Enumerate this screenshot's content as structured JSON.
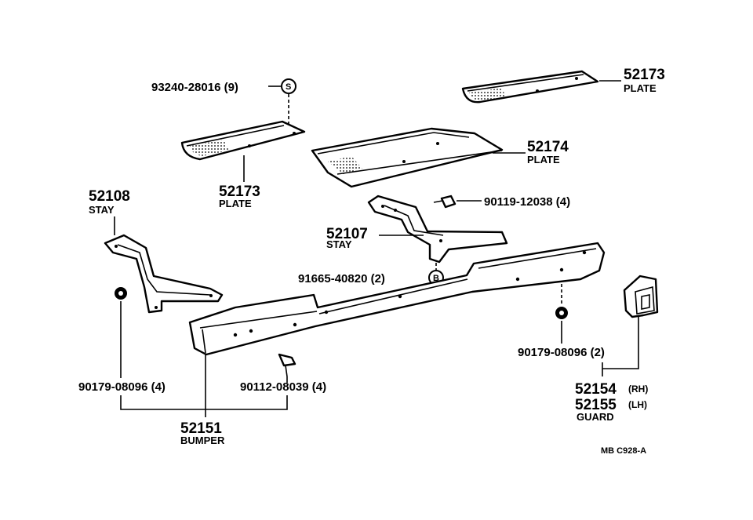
{
  "diagram": {
    "callouts": {
      "plate_top_right": {
        "number": "52173",
        "name": "PLATE"
      },
      "plate_center": {
        "number": "52174",
        "name": "PLATE"
      },
      "plate_left": {
        "number": "52173",
        "name": "PLATE"
      },
      "screw_top": {
        "part_no": "93240-28016 (9)",
        "symbol": "S"
      },
      "stay_left": {
        "number": "52108",
        "name": "STAY"
      },
      "stay_center": {
        "number": "52107",
        "name": "STAY"
      },
      "bolt_center": {
        "part_no": "90119-12038 (4)"
      },
      "bolt_b": {
        "part_no": "91665-40820 (2)",
        "symbol": "B"
      },
      "nut_right": {
        "part_no": "90179-08096 (2)"
      },
      "nut_left": {
        "part_no": "90179-08096 (4)"
      },
      "bolt_bottom": {
        "part_no": "90112-08039 (4)"
      },
      "bumper": {
        "number": "52151",
        "name": "BUMPER"
      },
      "guard": {
        "number_rh": "52154",
        "suffix_rh": "(RH)",
        "number_lh": "52155",
        "suffix_lh": "(LH)",
        "name": "GUARD"
      }
    },
    "figure_code": "MB  C928-A"
  }
}
